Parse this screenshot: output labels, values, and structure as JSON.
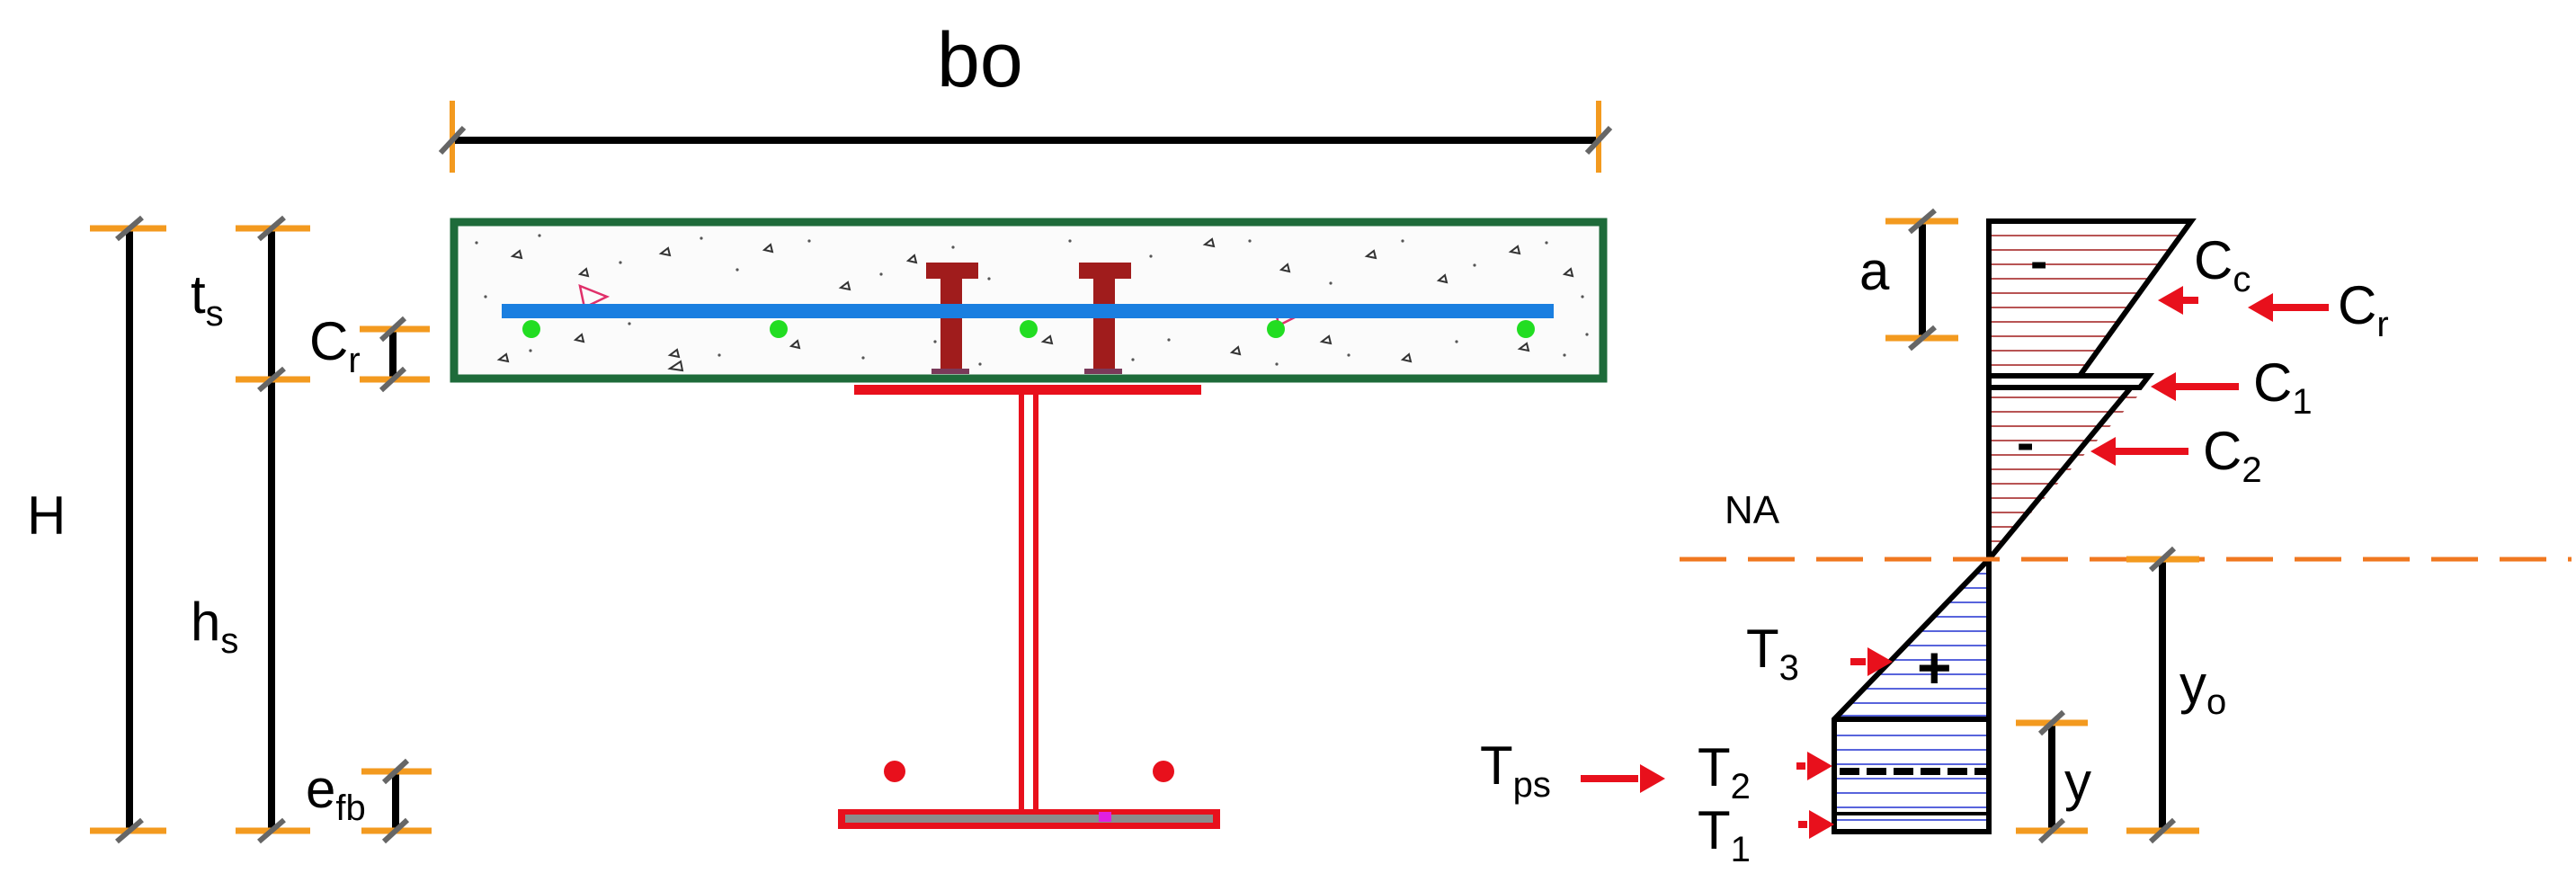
{
  "labels": {
    "bo": "bo",
    "H": "H",
    "ts_main": "t",
    "ts_sub": "s",
    "hs_main": "h",
    "hs_sub": "s",
    "cr_main": "C",
    "cr_sub": "r",
    "efb_main": "e",
    "efb_sub": "fb",
    "a": "a",
    "na": "NA",
    "yo_main": "y",
    "yo_sub": "o",
    "y": "y",
    "cc_main": "C",
    "cc_sub": "c",
    "cr2_main": "C",
    "cr2_sub": "r",
    "c1_main": "C",
    "c1_sub": "1",
    "c2_main": "C",
    "c2_sub": "2",
    "t3_main": "T",
    "t3_sub": "3",
    "t2_main": "T",
    "t2_sub": "2",
    "t1_main": "T",
    "t1_sub": "1",
    "tps_main": "T",
    "tps_sub": "ps",
    "minus_top": "-",
    "minus_mid": "-",
    "plus": "+"
  },
  "colors": {
    "slab_border": "#1e6b3a",
    "rebar": "#1a7fe0",
    "rebar_dot": "#22dd22",
    "steel": "#e8101c",
    "stud": "#a01c1c",
    "dim_tick": "#f39a1f",
    "na_line": "#f07820",
    "arrow": "#e8101c",
    "comp_hatch": "#a01c1c",
    "tens_hatch": "#2030d0"
  }
}
